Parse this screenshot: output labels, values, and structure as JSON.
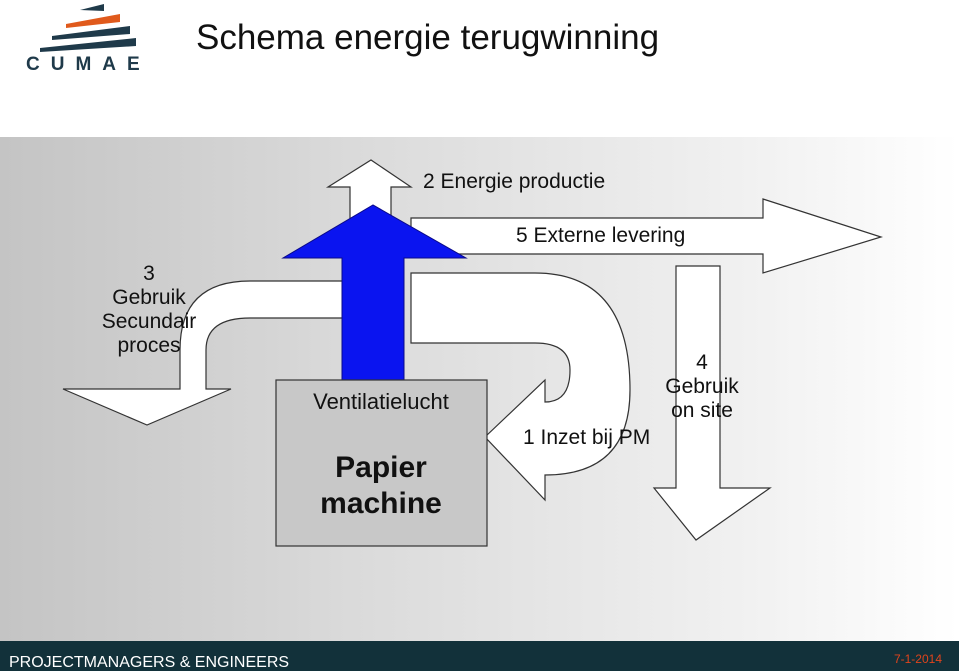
{
  "header": {
    "logo_text": "CUMAE",
    "title": "Schema energie terugwinning"
  },
  "diagram": {
    "label_2": "2   Energie productie",
    "label_5": "5   Externe levering",
    "label_3": [
      "3",
      "Gebruik",
      "Secundair",
      "proces"
    ],
    "label_4": [
      "4",
      "Gebruik",
      "on site"
    ],
    "label_1": "1 Inzet bij PM",
    "box_top_label": "Ventilatielucht",
    "box_main_label": [
      "Papier",
      "machine"
    ],
    "colors": {
      "main_arrow": "#0a14f0",
      "panel": "#d4d4d4",
      "box": "#c8c8c8"
    }
  },
  "footer": {
    "left_text": "PROJECTMANAGERS & ENGINEERS",
    "date": "7-1-2014"
  }
}
